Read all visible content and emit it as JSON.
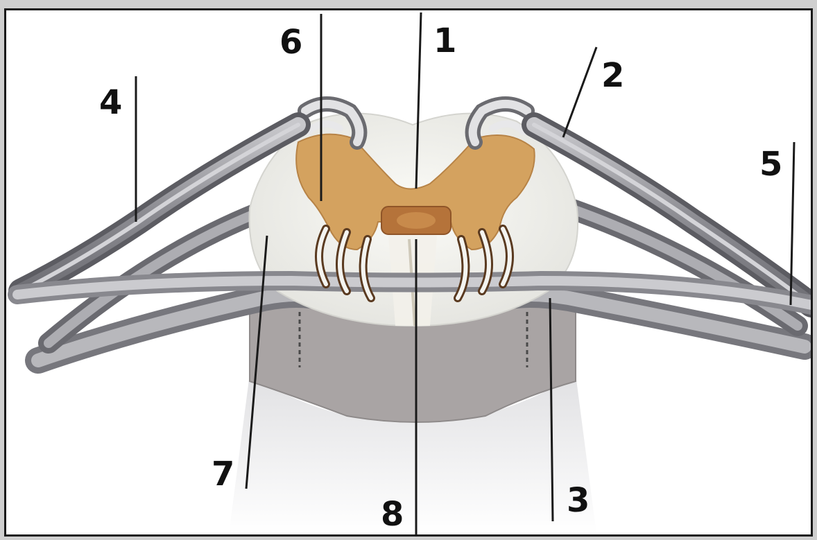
{
  "labels": {
    "l1": "1",
    "l2": "2",
    "l3": "3",
    "l4": "4",
    "l5": "5",
    "l6": "6",
    "l7": "7",
    "l8": "8"
  },
  "colors": {
    "gray_matter": "#d2a15e",
    "central_canal": "#b8773a",
    "white_matter": "#eeeeea",
    "nerve": "#a6a6aa",
    "nerve_dark": "#5f5f65",
    "meninges": "#a8a3a3",
    "leader_line": "#1a1a1a"
  }
}
